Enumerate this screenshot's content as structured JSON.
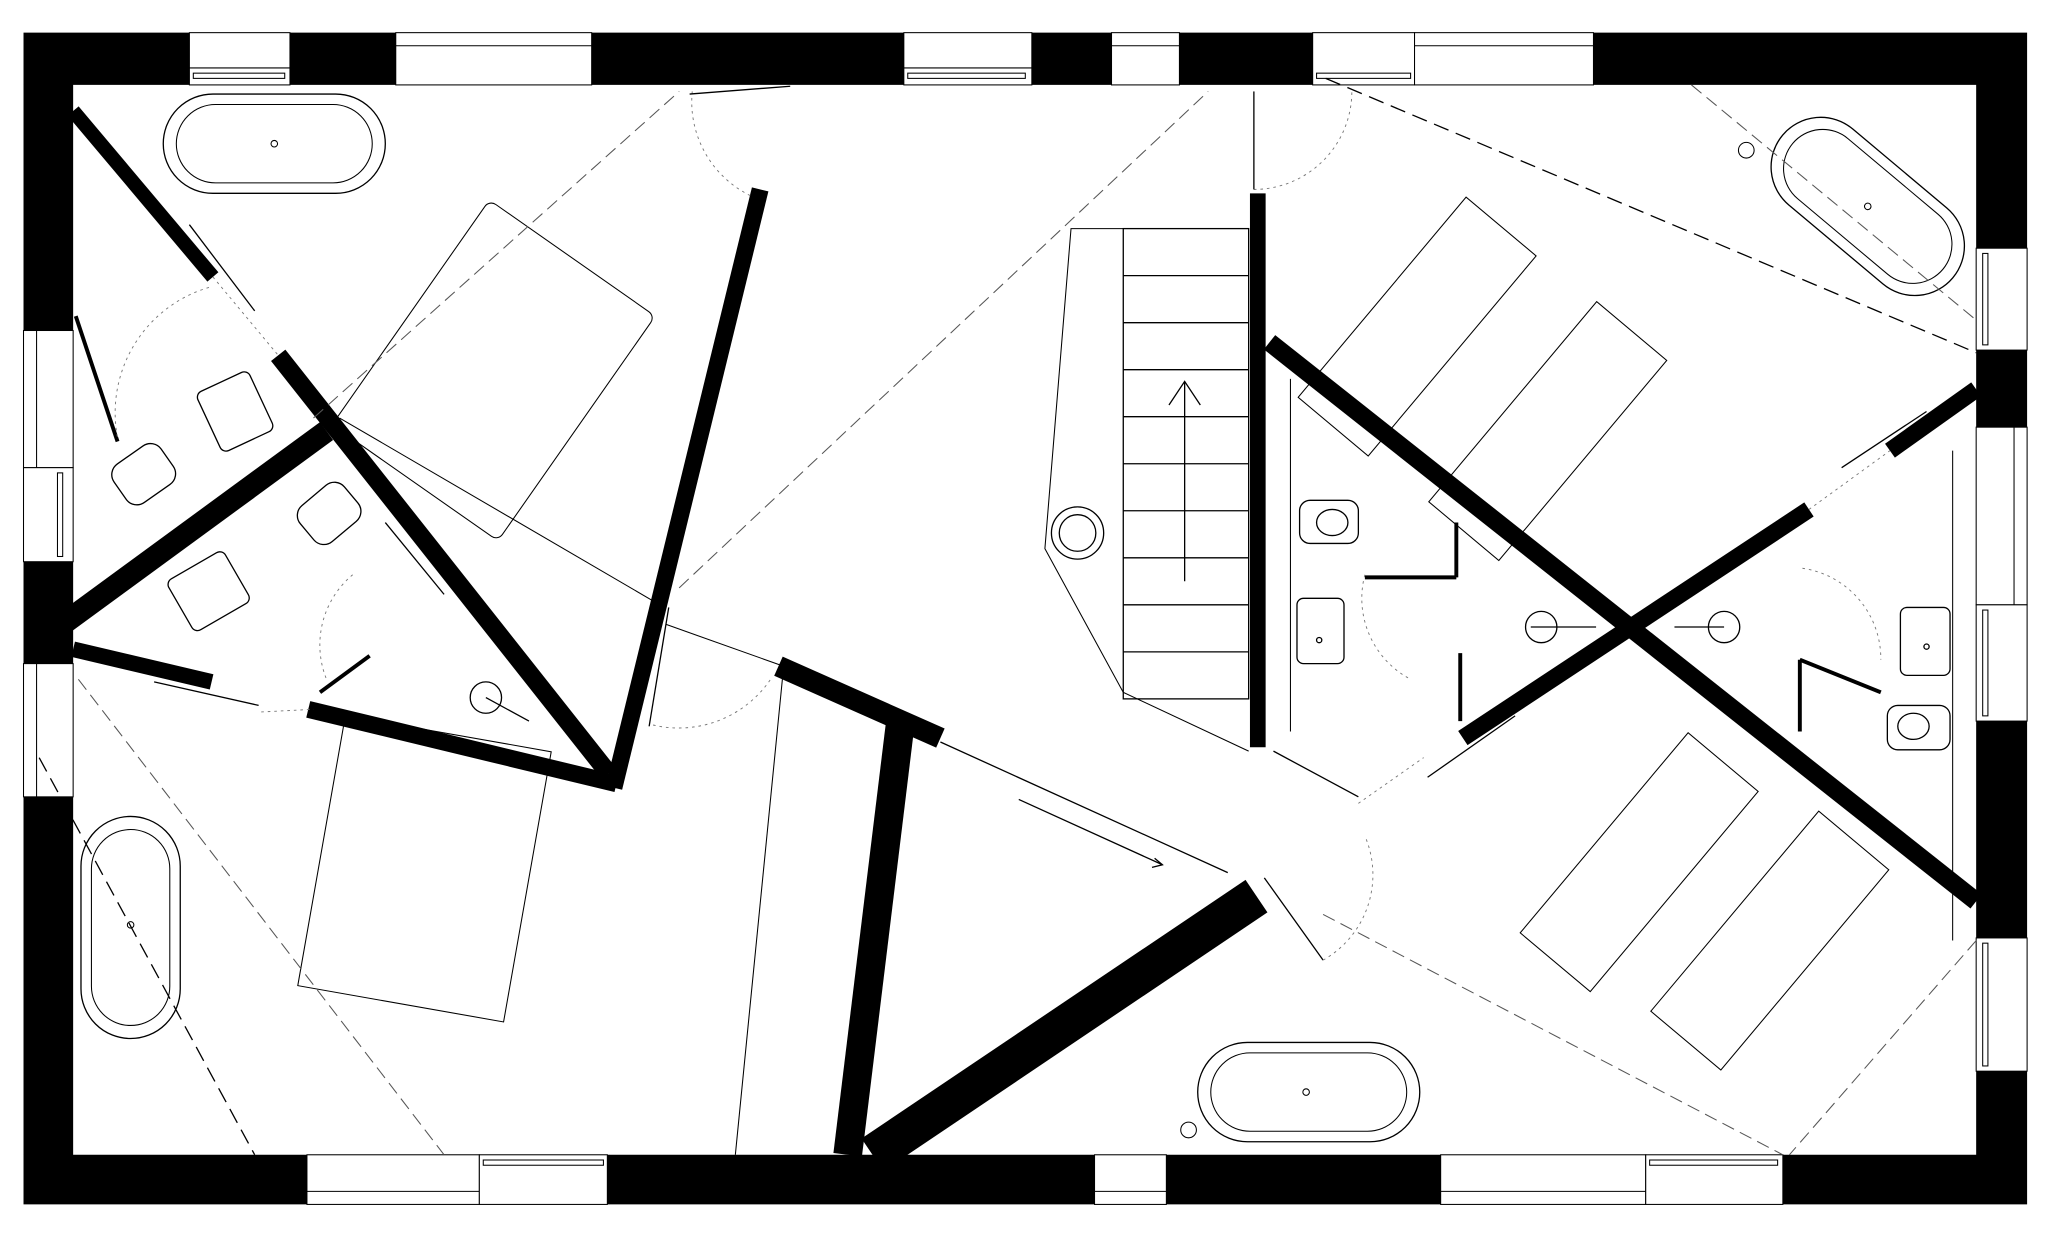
{
  "plan": {
    "wall_color": "#000000",
    "background_color": "#ffffff",
    "fixtures": [
      "bathtub",
      "toilet",
      "washbasin",
      "shower",
      "bed",
      "stair",
      "column"
    ]
  }
}
